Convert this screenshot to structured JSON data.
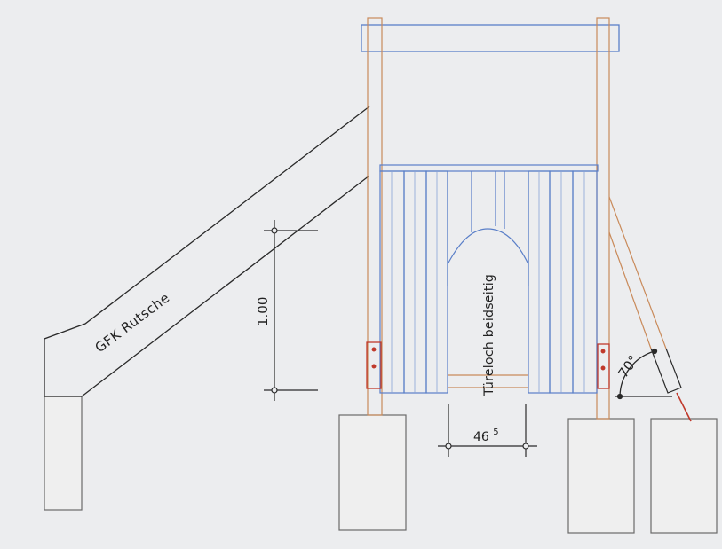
{
  "labels": {
    "slide": "GFK Rutsche",
    "height_dim": "1.00",
    "door_hole": "Türeloch beidseitig",
    "width_dim": "46",
    "width_dim_sup": "5",
    "angle": "70°"
  },
  "colors": {
    "paper": "#ecedef",
    "ink": "#2a2a2a",
    "wood_blue": "#5a7fc8",
    "wood_orange": "#c98a5a",
    "bracket_red": "#c0392b",
    "foundation": "#6a6a6a"
  }
}
